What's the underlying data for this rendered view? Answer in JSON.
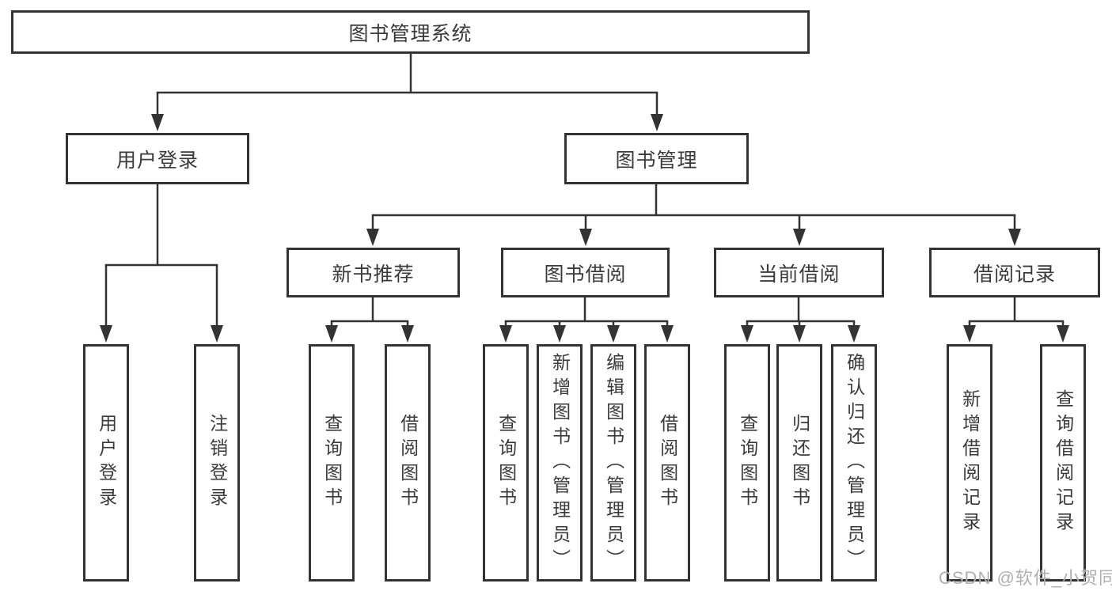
{
  "tree": {
    "root": {
      "label": "图书管理系统"
    },
    "branches": [
      {
        "label": "用户登录",
        "children": [
          {
            "label": "用户登录"
          },
          {
            "label": "注销登录"
          }
        ]
      },
      {
        "label": "图书管理",
        "children": [
          {
            "label": "新书推荐",
            "children": [
              {
                "label": "查询图书"
              },
              {
                "label": "借阅图书"
              }
            ]
          },
          {
            "label": "图书借阅",
            "children": [
              {
                "label": "查询图书"
              },
              {
                "label": "新增图书（管理员）"
              },
              {
                "label": "编辑图书（管理员）"
              },
              {
                "label": "借阅图书"
              }
            ]
          },
          {
            "label": "当前借阅",
            "children": [
              {
                "label": "查询图书"
              },
              {
                "label": "归还图书"
              },
              {
                "label": "确认归还（管理员）"
              }
            ]
          },
          {
            "label": "借阅记录",
            "children": [
              {
                "label": "新增借阅记录"
              },
              {
                "label": "查询借阅记录"
              }
            ]
          }
        ]
      }
    ]
  },
  "watermark": {
    "text": "CSDN @软件_小贺同学"
  },
  "colors": {
    "line": "#333333",
    "box_border": "#333333",
    "text": "#3a3a3a",
    "watermark": "#b0b0b0",
    "background": "#ffffff"
  }
}
